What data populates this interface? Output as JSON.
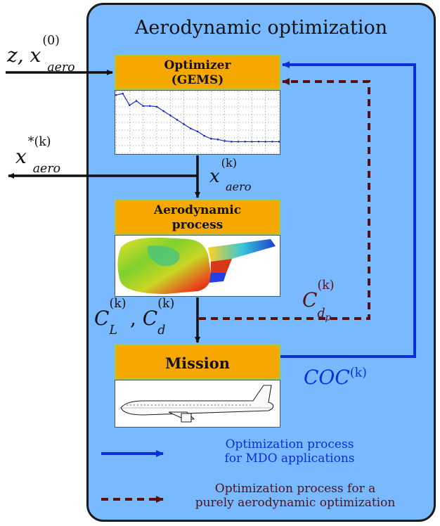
{
  "diagram": {
    "title": "Aerodynamic optimization",
    "boxes": {
      "optimizer": {
        "label_line1": "Optimizer",
        "label_line2": "(GEMS)"
      },
      "aero": {
        "label_line1": "Aerodynamic",
        "label_line2": "process"
      },
      "mission": {
        "label": "Mission"
      }
    },
    "inputs": {
      "design_vars": {
        "base": "z, x",
        "sub": "aero",
        "sup": "(0)"
      },
      "optimum": {
        "base": "x",
        "sub": "aero",
        "sup": "*(k)"
      },
      "iterate": {
        "base": "x",
        "sub": "aero",
        "sup": "(k)"
      },
      "coeffs": {
        "a": "C",
        "a_sub": "L",
        "a_sup": "(k)",
        "sep": ", ",
        "b": "C",
        "b_sub": "d",
        "b_sup": "(k)"
      },
      "cdp": {
        "base": "C",
        "sub": "d",
        "subsub": "p",
        "sup": "(k)"
      },
      "coc": {
        "base": "COC",
        "sup": "(k)"
      }
    },
    "legend": {
      "mdo_line1": "Optimization process",
      "mdo_line2": "for MDO applications",
      "aero_line1": "Optimization process for a",
      "aero_line2": "purely aerodynamic optimization"
    },
    "colors": {
      "panel": "#78b9ff",
      "box": "#f7a800",
      "mdo_blue": "#0a2fd6",
      "aero_dashed": "#5a1010"
    },
    "convergence_curve": [
      1.0,
      1.02,
      0.86,
      0.92,
      0.85,
      0.85,
      0.84,
      0.78,
      0.72,
      0.66,
      0.6,
      0.54,
      0.5,
      0.44,
      0.4,
      0.39,
      0.37,
      0.36,
      0.36,
      0.36,
      0.36,
      0.36,
      0.36,
      0.36,
      0.36
    ]
  }
}
